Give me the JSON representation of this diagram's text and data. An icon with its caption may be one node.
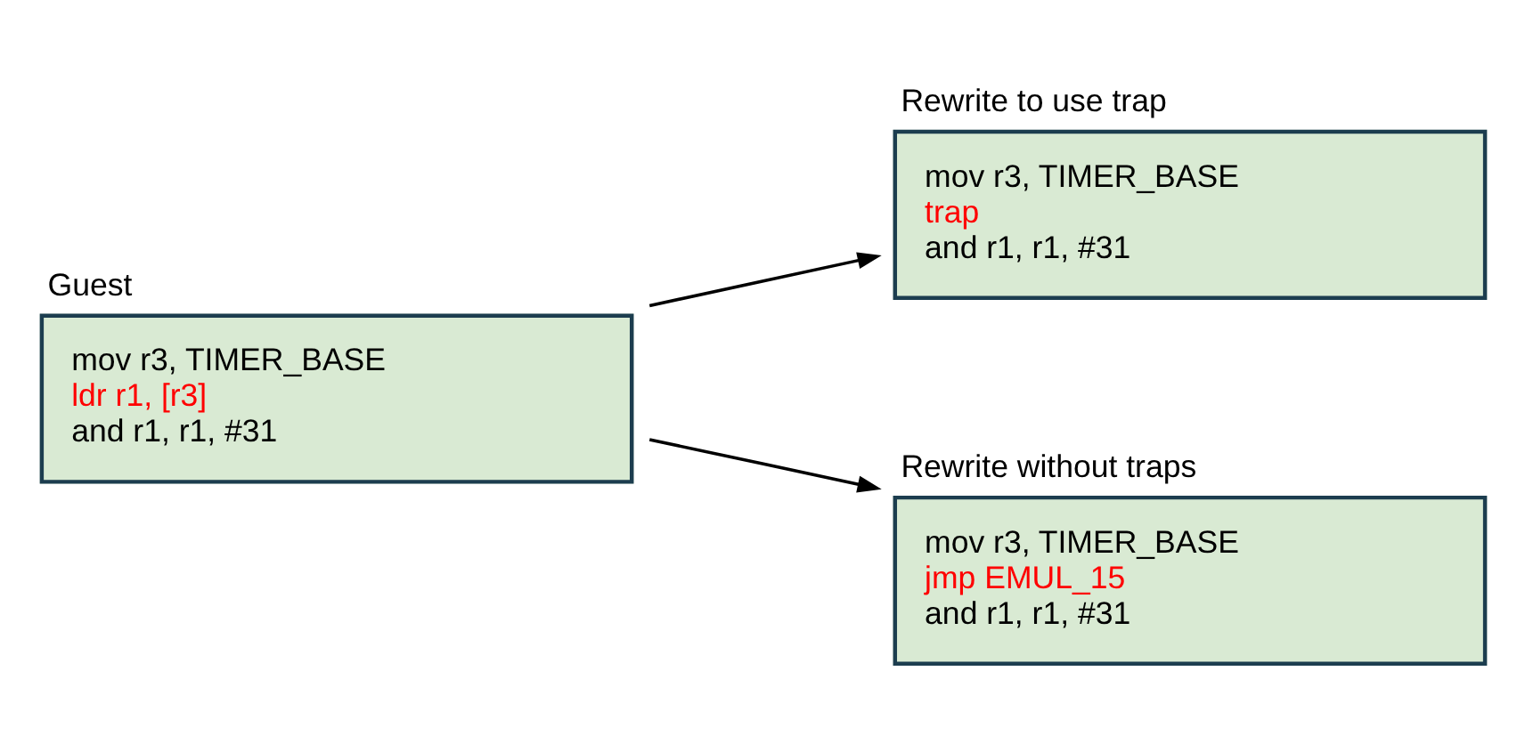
{
  "diagram": {
    "nodes": [
      {
        "text": [
          "Guest",
          "mov r3, TIMER_BASE",
          "ldr r1, [r3]",
          "and r1, r1, #31"
        ]
      },
      {
        "text": [
          "Rewrite to use trap",
          "mov r3, TIMER_BASE",
          "trap",
          "and r1, r1, #31"
        ]
      },
      {
        "text": [
          "Rewrite without traps",
          "mov r3, TIMER_BASE",
          "jmp EMUL_15",
          "and r1, r1, #31"
        ]
      }
    ],
    "edges": [
      {
        "from": 0,
        "to": 1,
        "arrow": "to"
      },
      {
        "from": 0,
        "to": 2,
        "arrow": "to"
      }
    ]
  }
}
